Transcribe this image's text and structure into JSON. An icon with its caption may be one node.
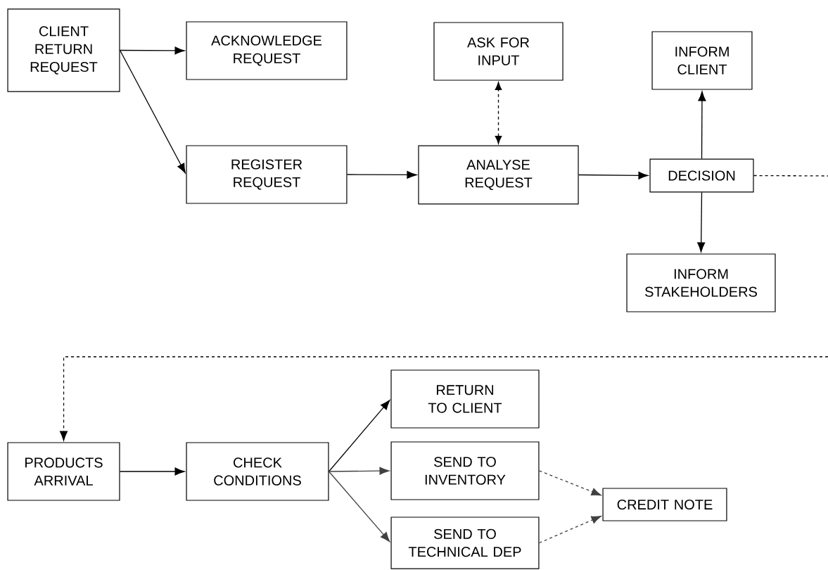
{
  "diagram": {
    "nodes": [
      {
        "text": [
          "CLIENT RETURN REQUEST"
        ]
      },
      {
        "text": [
          "ACKNOWLEDGE REQUEST"
        ]
      },
      {
        "text": [
          "ASK FOR INPUT"
        ]
      },
      {
        "text": [
          "INFORM CLIENT"
        ]
      },
      {
        "text": [
          "REGISTER REQUEST"
        ]
      },
      {
        "text": [
          "ANALYSE REQUEST"
        ]
      },
      {
        "text": [
          "DECISION"
        ]
      },
      {
        "text": [
          "INFORM STAKEHOLDERS"
        ]
      },
      {
        "text": [
          "PRODUCTS ARRIVAL"
        ]
      },
      {
        "text": [
          "CHECK CONDITIONS"
        ]
      },
      {
        "text": [
          "RETURN TO CLIENT"
        ]
      },
      {
        "text": [
          "SEND TO INVENTORY"
        ]
      },
      {
        "text": [
          "SEND TO TECHNICAL DEP"
        ]
      },
      {
        "text": [
          "CREDIT NOTE"
        ]
      }
    ],
    "edges": [
      {
        "from": 0,
        "to": 1,
        "arrow": "to"
      },
      {
        "from": 0,
        "to": 4,
        "arrow": "to"
      },
      {
        "from": 4,
        "to": 5,
        "arrow": "to"
      },
      {
        "from": 5,
        "to": 2,
        "arrow": "both",
        "style": "dashed"
      },
      {
        "from": 5,
        "to": 6,
        "arrow": "to"
      },
      {
        "from": 6,
        "to": 3,
        "arrow": "to"
      },
      {
        "from": 6,
        "to": 7,
        "arrow": "to"
      },
      {
        "from": 6,
        "to": null,
        "arrow": "none",
        "style": "dashed"
      },
      {
        "from": null,
        "to": 8,
        "arrow": "to",
        "style": "dashed"
      },
      {
        "from": 8,
        "to": 9,
        "arrow": "to"
      },
      {
        "from": 9,
        "to": 10,
        "arrow": "to"
      },
      {
        "from": 9,
        "to": 11,
        "arrow": "to",
        "color": "#404040"
      },
      {
        "from": 9,
        "to": 12,
        "arrow": "to",
        "color": "#404040"
      },
      {
        "from": 11,
        "to": 13,
        "arrow": "to",
        "style": "dashed",
        "color": "#404040"
      },
      {
        "from": 12,
        "to": 13,
        "arrow": "to",
        "style": "dashed",
        "color": "#404040"
      }
    ]
  }
}
